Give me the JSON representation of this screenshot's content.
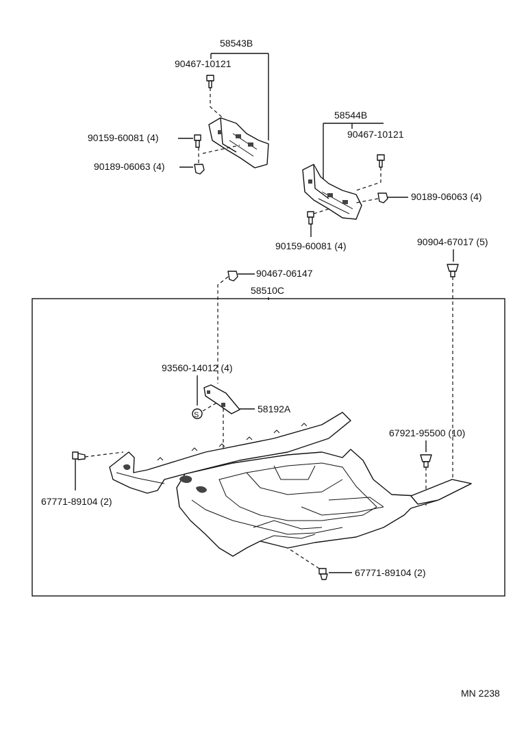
{
  "labels": {
    "top_bracket_assy": "58543B",
    "top_bracket_bolt": "90467-10121",
    "top_bracket_screw": "90159-60081 (4)",
    "top_bracket_nut": "90189-06063 (4)",
    "right_bracket_assy": "58544B",
    "right_bracket_bolt": "90467-10121",
    "right_bracket_nut": "90189-06063 (4)",
    "right_bracket_screw": "90159-60081 (4)",
    "carpet_clip_right": "90904-67017 (5)",
    "carpet_clip_center": "90467-06147",
    "floor_carpet": "58510C",
    "hold_down_clip": "93560-14012 (4)",
    "support_bracket": "58192A",
    "rear_clip": "67921-95500 (10)",
    "front_left_fastener": "67771-89104 (2)",
    "front_bottom_fastener": "67771-89104 (2)",
    "s_marker": "S",
    "diagram_code": "MN 2238"
  }
}
